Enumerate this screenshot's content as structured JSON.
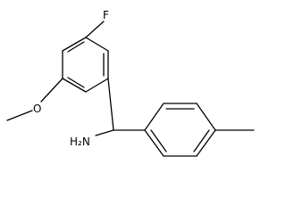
{
  "molecule": {
    "labels": {
      "fluorine": "F",
      "oxygen": "O",
      "amine": "H₂N"
    },
    "colors": {
      "bond": "#000000",
      "text": "#000000",
      "background": "#ffffff"
    }
  }
}
